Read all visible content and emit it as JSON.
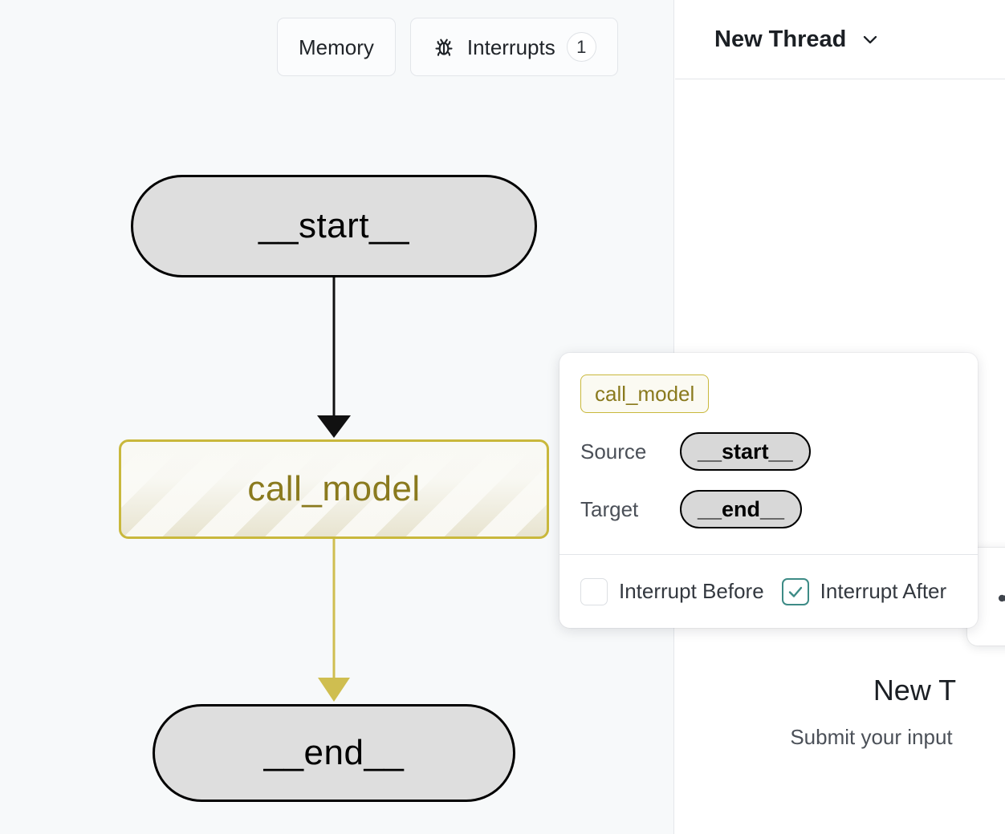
{
  "graph_toolbar": {
    "memory_button": "Memory",
    "interrupts_button": "Interrupts",
    "interrupts_badge": "1",
    "bug_icon_name": "bug-icon"
  },
  "graph": {
    "nodes": [
      {
        "id": "start",
        "label": "__start__",
        "state": "terminal"
      },
      {
        "id": "call_model",
        "label": "call_model",
        "state": "active-interrupt"
      },
      {
        "id": "end",
        "label": "__end__",
        "state": "terminal"
      }
    ],
    "edges": [
      {
        "from": "__start__",
        "to": "call_model",
        "color": "#111111"
      },
      {
        "from": "call_model",
        "to": "__end__",
        "color": "#cfbe50"
      }
    ],
    "colors": {
      "canvas_bg": "#f7f9fa",
      "terminal_fill": "#dedede",
      "terminal_border": "#000000",
      "active_border": "#c9b83c",
      "active_text": "#8a7a1e",
      "active_edge": "#cfbe50"
    }
  },
  "popover": {
    "node_chip": "call_model",
    "source_label": "Source",
    "source_value": "__start__",
    "target_label": "Target",
    "target_value": "__end__",
    "interrupt_before_label": "Interrupt Before",
    "interrupt_before_checked": false,
    "interrupt_after_label": "Interrupt After",
    "interrupt_after_checked": true,
    "check_accent": "#3d8b86"
  },
  "right_panel": {
    "thread_title": "New Thread",
    "chevron_icon_name": "chevron-down-icon",
    "edge_card_icon_name": "share-nodes-icon",
    "empty_title": "New T",
    "empty_subtitle": "Submit your input"
  }
}
